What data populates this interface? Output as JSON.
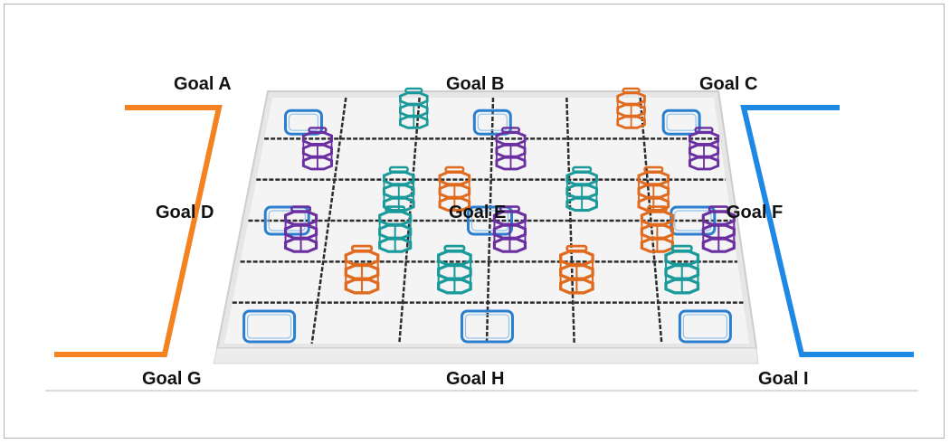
{
  "goal_labels": {
    "a": "Goal A",
    "b": "Goal B",
    "c": "Goal C",
    "d": "Goal D",
    "e": "Goal E",
    "f": "Goal F",
    "g": "Goal G",
    "h": "Goal H",
    "i": "Goal I"
  },
  "colors": {
    "orange_zone": "#f58220",
    "blue_zone": "#1e88e5",
    "goal_square": "#2b7fcf",
    "ring_teal": "#1a9a9a",
    "ring_orange": "#e06a1e",
    "ring_purple": "#6a2fa0",
    "field_surface": "#f2f2f2",
    "field_wall": "#dcdcdc",
    "tile_line": "#2c2c2c"
  },
  "field": {
    "grid_columns": 6,
    "grid_rows": 6,
    "rings_per_stack": 3
  },
  "ring_stacks": [
    {
      "row": 0,
      "col": 1.45,
      "color": "teal"
    },
    {
      "row": 0,
      "col": 4.35,
      "color": "orange"
    },
    {
      "row": 1,
      "col": 0.25,
      "color": "purple"
    },
    {
      "row": 1,
      "col": 2.75,
      "color": "purple"
    },
    {
      "row": 1,
      "col": 5.25,
      "color": "purple"
    },
    {
      "row": 2,
      "col": 1.35,
      "color": "teal"
    },
    {
      "row": 2,
      "col": 2.05,
      "color": "orange"
    },
    {
      "row": 2,
      "col": 3.65,
      "color": "teal"
    },
    {
      "row": 2,
      "col": 4.55,
      "color": "orange"
    },
    {
      "row": 3,
      "col": 1.35,
      "color": "teal"
    },
    {
      "row": 3,
      "col": 0.2,
      "color": "purple"
    },
    {
      "row": 3,
      "col": 2.75,
      "color": "purple"
    },
    {
      "row": 3,
      "col": 4.55,
      "color": "orange"
    },
    {
      "row": 3,
      "col": 5.3,
      "color": "purple"
    },
    {
      "row": 4,
      "col": 1.0,
      "color": "orange"
    },
    {
      "row": 4,
      "col": 2.1,
      "color": "teal"
    },
    {
      "row": 4,
      "col": 3.55,
      "color": "orange"
    },
    {
      "row": 4,
      "col": 4.8,
      "color": "teal"
    }
  ]
}
